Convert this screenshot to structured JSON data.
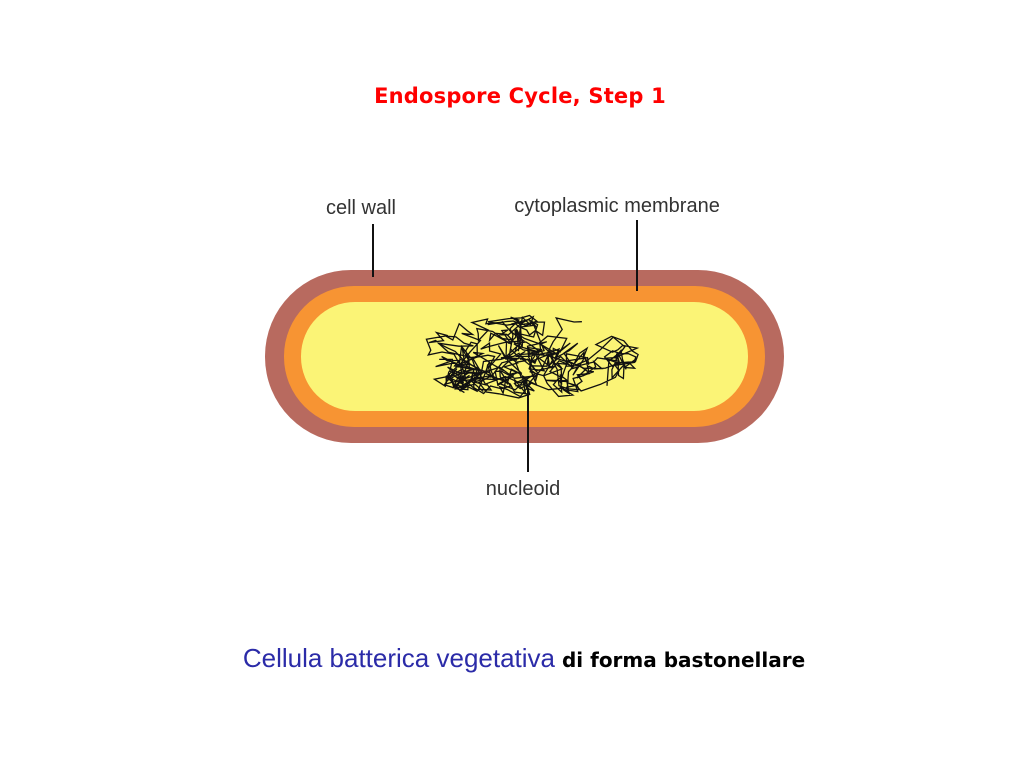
{
  "slide": {
    "title": "Endospore Cycle, Step 1",
    "caption_main": "Cellula batterica vegetativa",
    "caption_rest": " di forma bastonellare"
  },
  "diagram": {
    "labels": {
      "cell_wall": "cell wall",
      "cytoplasmic_membrane": "cytoplasmic membrane",
      "nucleoid": "nucleoid"
    }
  },
  "colors": {
    "title": "#ff0000",
    "caption_main": "#2b2ba8",
    "caption_rest": "#000000",
    "cell_wall": "#b86a5f",
    "cytoplasmic_membrane": "#f79433",
    "cytoplasm": "#fbf476",
    "nucleoid": "#111111",
    "label_text": "#333333"
  }
}
